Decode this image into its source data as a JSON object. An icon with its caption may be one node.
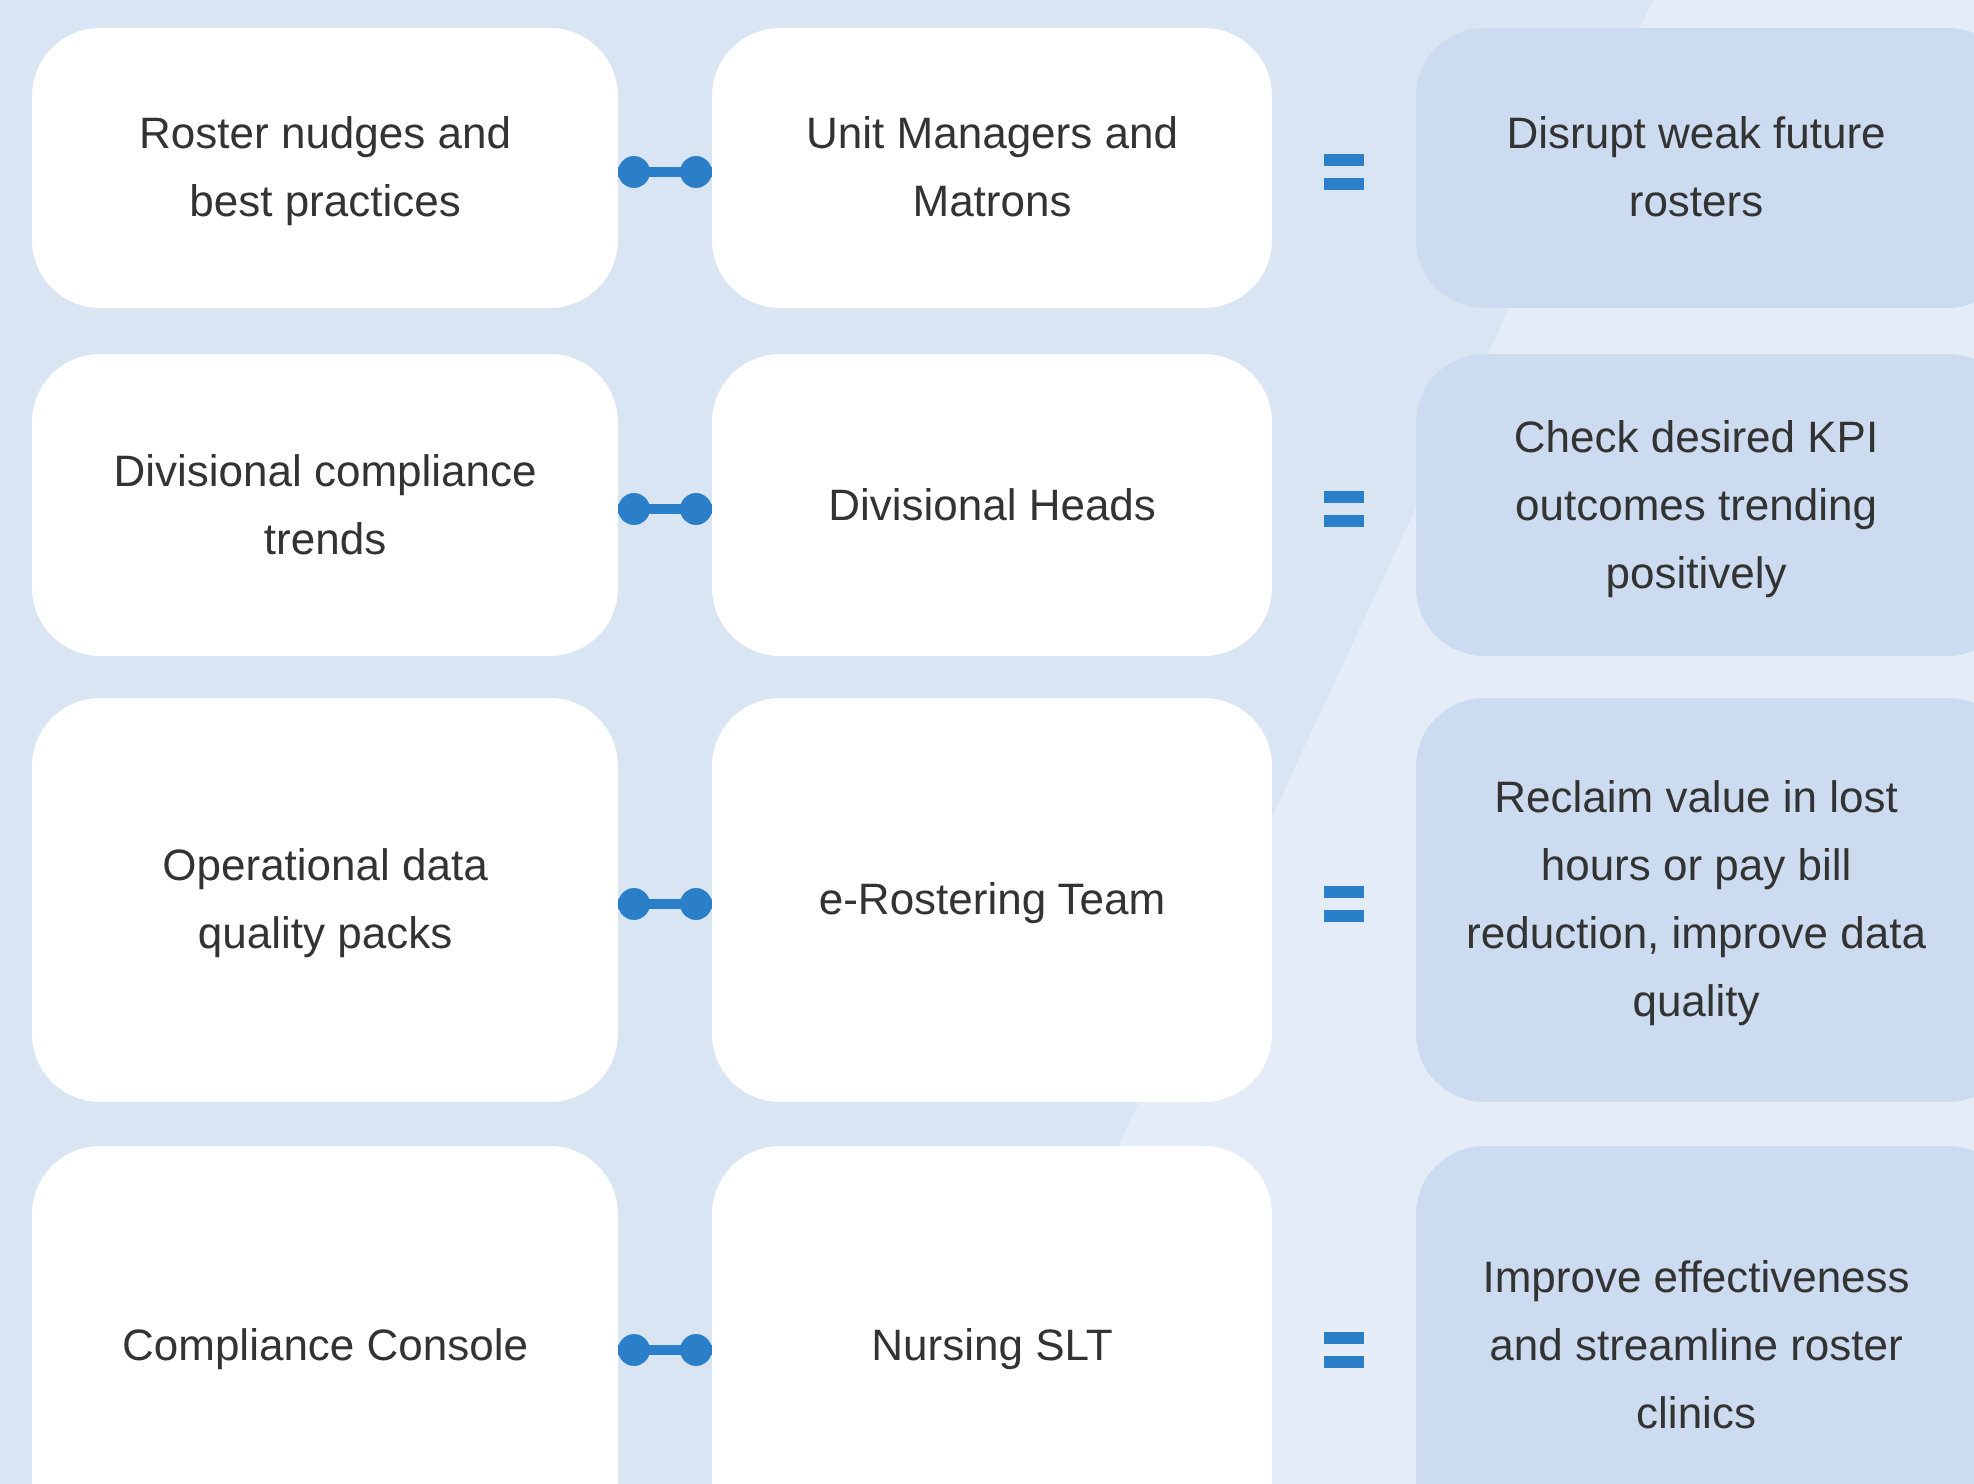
{
  "diagram": {
    "nodes": [
      {
        "text": [
          "Roster nudges and best practices"
        ]
      },
      {
        "text": [
          "Unit Managers and Matrons"
        ]
      },
      {
        "text": [
          "Disrupt weak future rosters"
        ]
      },
      {
        "text": [
          "Divisional compliance trends"
        ]
      },
      {
        "text": [
          "Divisional Heads"
        ]
      },
      {
        "text": [
          "Check desired KPI outcomes trending positively"
        ]
      },
      {
        "text": [
          "Operational data quality packs"
        ]
      },
      {
        "text": [
          "e-Rostering Team"
        ]
      },
      {
        "text": [
          "Reclaim value in lost hours or pay bill reduction, improve data quality"
        ]
      },
      {
        "text": [
          "Compliance Console"
        ]
      },
      {
        "text": [
          "Nursing SLT"
        ]
      },
      {
        "text": [
          "Improve effectiveness and streamline roster clinics"
        ]
      }
    ],
    "edges": [
      {
        "from": 0,
        "to": 1,
        "arrow": "other"
      },
      {
        "from": 3,
        "to": 4,
        "arrow": "other"
      },
      {
        "from": 6,
        "to": 7,
        "arrow": "other"
      },
      {
        "from": 9,
        "to": 10,
        "arrow": "other"
      }
    ]
  }
}
